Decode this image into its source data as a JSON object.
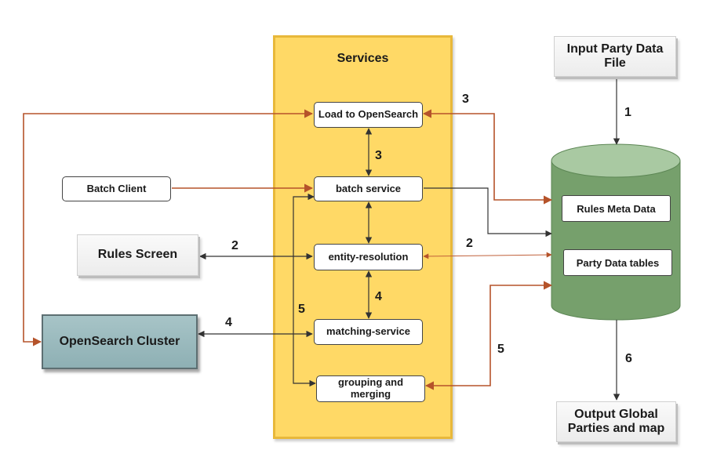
{
  "services": {
    "title": "Services",
    "load_to_opensearch": "Load to OpenSearch",
    "batch_service": "batch service",
    "entity_resolution": "entity-resolution",
    "matching_service": "matching-service",
    "grouping_merging": "grouping and merging"
  },
  "external": {
    "input_file": "Input Party Data File",
    "batch_client": "Batch Client",
    "rules_screen": "Rules Screen",
    "opensearch_cluster": "OpenSearch Cluster",
    "output": "Output Global Parties and map"
  },
  "database": {
    "rules_meta": "Rules Meta Data",
    "party_tables": "Party Data tables"
  },
  "steps": {
    "s1": "1",
    "s2a": "2",
    "s2b": "2",
    "s3a": "3",
    "s3b": "3",
    "s4a": "4",
    "s4b": "4",
    "s5a": "5",
    "s5b": "5",
    "s6": "6"
  },
  "colors": {
    "services_fill": "#ffd966",
    "database_fill": "#76a06c",
    "cluster_fill": "#98b8bc",
    "flow_arrow": "#b5532a",
    "plain_arrow": "#333333"
  }
}
